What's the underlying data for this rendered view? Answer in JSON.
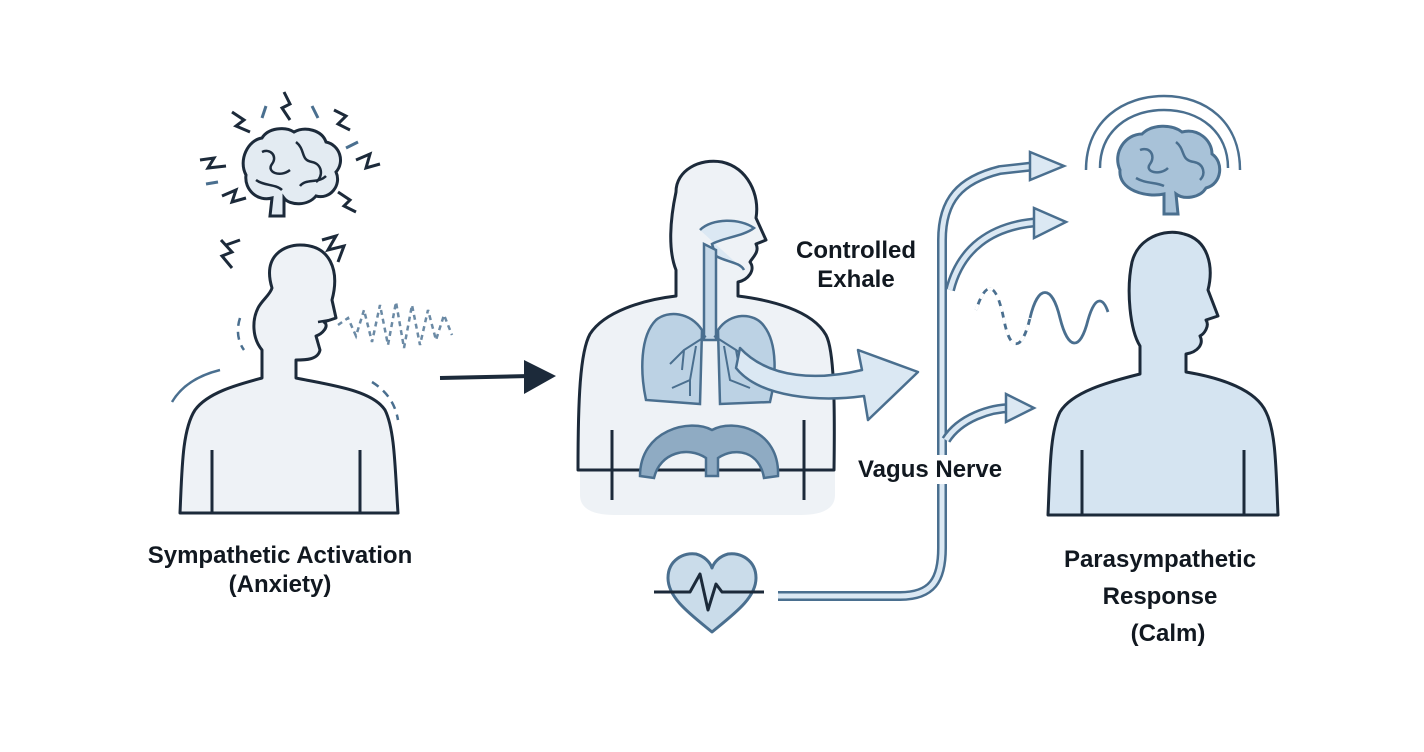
{
  "labels": {
    "sympathetic": {
      "line1": "Sympathetic Activation",
      "line2": "(Anxiety)"
    },
    "exhale": {
      "line1": "Controlled",
      "line2": "Exhale"
    },
    "vagus": "Vagus Nerve",
    "parasympathetic": {
      "line1": "Parasympathetic",
      "line2": "Response",
      "line3": "(Calm)"
    }
  },
  "colors": {
    "outline": "#1c2a3a",
    "figure_fill_left": "#eef2f6",
    "figure_fill_center": "#eef2f6",
    "figure_fill_right": "#d5e4f1",
    "accent_blue": "#4a6f8f",
    "pale_blue": "#dbe8f3",
    "organ_blue": "#9fb9cf"
  },
  "icons": [
    "brain-icon",
    "lightning-icon",
    "lungs-icon",
    "diaphragm-icon",
    "heart-pulse-icon",
    "sound-wave-icon",
    "arrow-icon"
  ]
}
